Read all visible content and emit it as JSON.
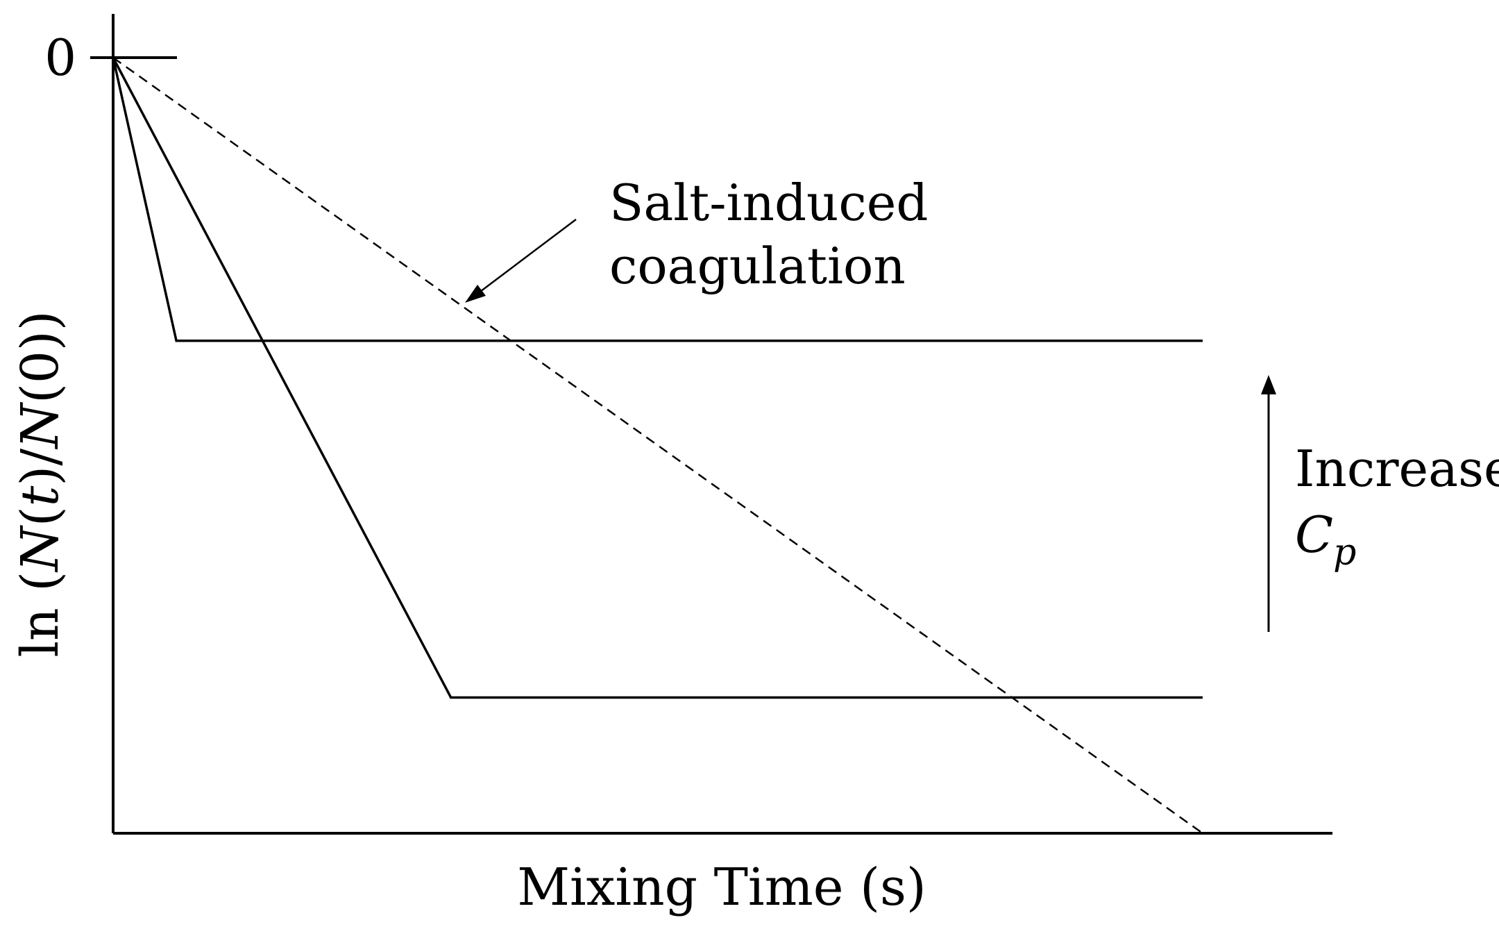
{
  "chart_data": {
    "type": "line",
    "xlabel": "Mixing Time (s)",
    "ylabel": {
      "prefix": "ln (",
      "n1": "N",
      "open1": "(",
      "t": "t",
      "mid": ")/",
      "n2": "N",
      "suffix": "(0))"
    },
    "y_tick_labels": [
      "0"
    ],
    "xlim": [
      0,
      1
    ],
    "ylim": [
      -1,
      0
    ],
    "series": [
      {
        "style": "dashed",
        "x": [
          0,
          1
        ],
        "y": [
          0,
          -1
        ]
      },
      {
        "style": "solid",
        "x": [
          0,
          0.058,
          1
        ],
        "y": [
          0,
          -0.365,
          -0.365
        ]
      },
      {
        "style": "solid",
        "x": [
          0,
          0.31,
          1
        ],
        "y": [
          0,
          -0.825,
          -0.825
        ]
      }
    ],
    "annotations": {
      "salt": {
        "line1": "Salt-induced",
        "line2": "coagulation"
      },
      "increase": {
        "line1": "Increase",
        "c_symbol": "C",
        "c_sub": "p"
      }
    }
  }
}
